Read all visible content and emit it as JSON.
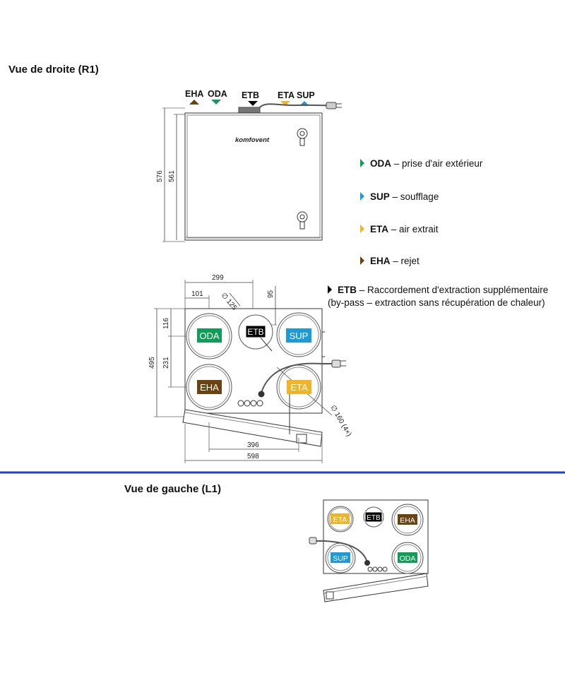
{
  "titles": {
    "right_view": "Vue de droite (R1)",
    "left_view": "Vue de gauche (L1)"
  },
  "brand": "komfovent",
  "top_labels": {
    "eha": "EHA",
    "oda": "ODA",
    "etb": "ETB",
    "eta": "ETA",
    "sup": "SUP"
  },
  "ports": {
    "oda": "ODA",
    "etb": "ETB",
    "sup": "SUP",
    "eha": "EHA",
    "eta": "ETA"
  },
  "dimensions": {
    "d576": "576",
    "d561": "561",
    "d299": "299",
    "d101": "101",
    "d125": "∅ 125",
    "d95": "95",
    "d116": "116",
    "d231": "231",
    "d495": "495",
    "d160": "∅ 160 (4×)",
    "d396": "396",
    "d598": "598"
  },
  "legend": [
    {
      "code": "ODA",
      "text": " – prise d'air extérieur",
      "color": "#0f9d58"
    },
    {
      "code": "SUP",
      "text": " – soufflage",
      "color": "#1e9ad6"
    },
    {
      "code": "ETA",
      "text": " – air extrait",
      "color": "#f0b428"
    },
    {
      "code": "EHA",
      "text": " – rejet",
      "color": "#6b4310"
    }
  ],
  "etb_legend": {
    "code": "ETB",
    "line1": " – Raccordement d'extraction supplémentaire",
    "line2": "(by-pass – extraction sans récupération de chaleur)"
  },
  "colors": {
    "oda": "#0f9d58",
    "sup": "#1e9ad6",
    "eta": "#f0b428",
    "eha": "#6b4310",
    "etb": "#000000",
    "separator": "#1f3fcf"
  }
}
